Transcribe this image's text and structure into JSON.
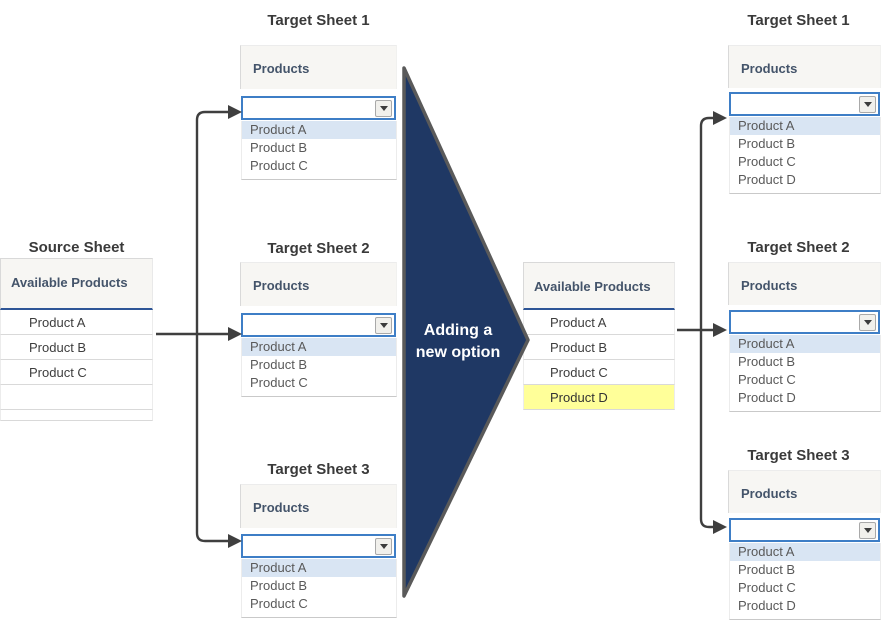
{
  "colors": {
    "arrow_fill": "#1f3864",
    "arrow_outline": "#5a5a5a",
    "connector": "#3f3f3f",
    "dropdown_border": "#3e7ec6",
    "option_selected_bg": "#d9e5f3",
    "highlight_yellow": "#ffff99",
    "header_underline": "#2e5596",
    "panel_header_bg": "#f7f6f3"
  },
  "arrow": {
    "label": "Adding a new option"
  },
  "source_sheet": {
    "title": "Source Sheet",
    "header": "Available Products",
    "rows": [
      "Product A",
      "Product B",
      "Product C"
    ]
  },
  "before_sheets": [
    {
      "title": "Target Sheet 1",
      "header": "Products",
      "dropdown_value": "",
      "options": [
        "Product A",
        "Product B",
        "Product C"
      ]
    },
    {
      "title": "Target Sheet 2",
      "header": "Products",
      "dropdown_value": "",
      "options": [
        "Product A",
        "Product B",
        "Product C"
      ]
    },
    {
      "title": "Target Sheet 3",
      "header": "Products",
      "dropdown_value": "",
      "options": [
        "Product A",
        "Product B",
        "Product C"
      ]
    }
  ],
  "updated_list": {
    "header": "Available Products",
    "rows": [
      "Product A",
      "Product B",
      "Product C",
      "Product D"
    ],
    "highlighted_row": "Product D"
  },
  "after_sheets": [
    {
      "title": "Target Sheet 1",
      "header": "Products",
      "dropdown_value": "",
      "options": [
        "Product A",
        "Product B",
        "Product C",
        "Product D"
      ]
    },
    {
      "title": "Target Sheet 2",
      "header": "Products",
      "dropdown_value": "",
      "options": [
        "Product A",
        "Product B",
        "Product C",
        "Product D"
      ]
    },
    {
      "title": "Target Sheet 3",
      "header": "Products",
      "dropdown_value": "",
      "options": [
        "Product A",
        "Product B",
        "Product C",
        "Product D"
      ]
    }
  ]
}
